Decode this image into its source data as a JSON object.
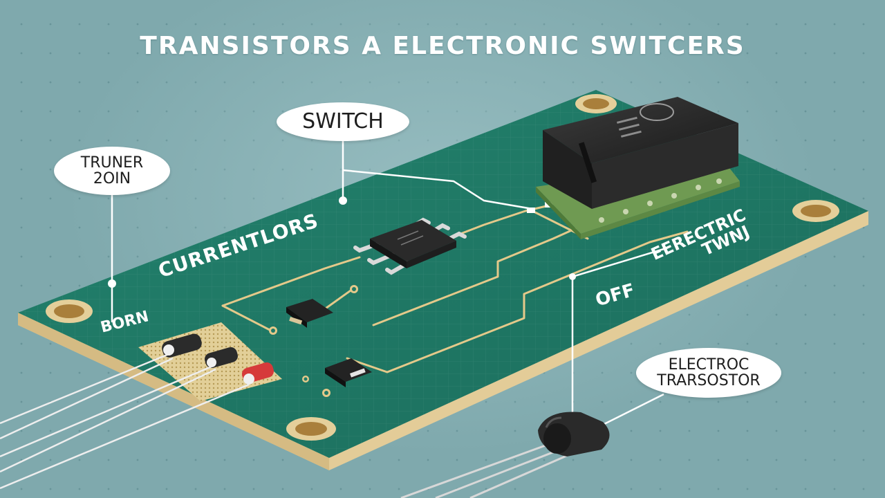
{
  "title": "TRANSISTORS A ELECTRONIC SWITCERS",
  "callouts": {
    "switch": "SWITCH",
    "truner_line1": "TRUNER",
    "truner_line2": "2OIN",
    "electroc_line1": "ELECTROC",
    "electroc_line2": "TRARSOSTOR"
  },
  "board_labels": {
    "currentlors": "CURRENTLORS",
    "born": "BORN",
    "off": "OFF",
    "eerectric_line1": "EERECTRIC",
    "eerectric_line2": "TWNJ"
  },
  "colors": {
    "background": "#7fa9ad",
    "board": "#1f7a68",
    "board_edge": "#e8d6ae",
    "trace": "#e4c98a",
    "component": "#2a2a2a",
    "accent_red": "#d63a3a"
  }
}
